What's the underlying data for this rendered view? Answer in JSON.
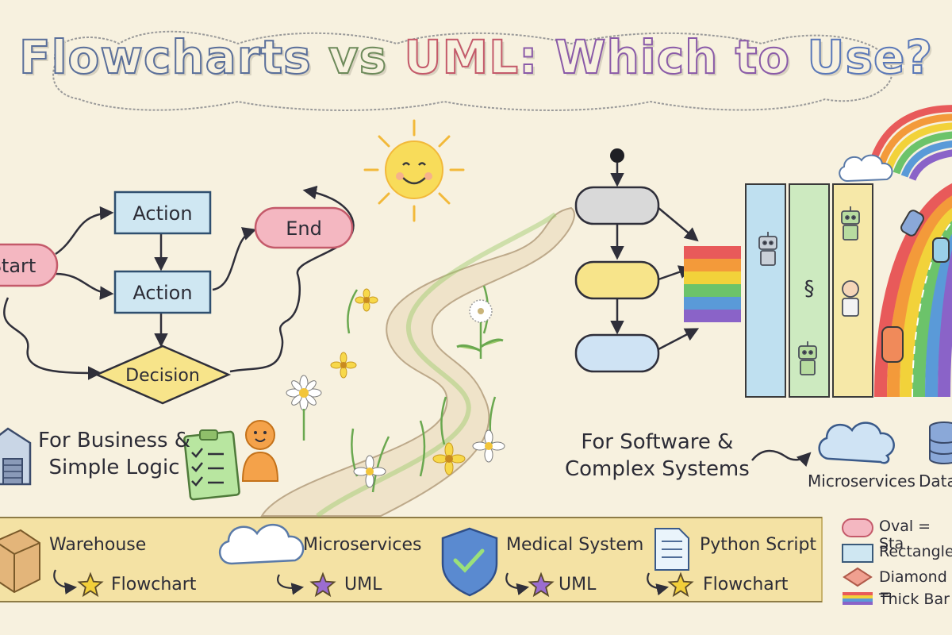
{
  "title": {
    "parts": [
      "Flowcharts",
      "vs",
      "UML",
      ":",
      "Which",
      "to",
      "Use?"
    ]
  },
  "flowchart": {
    "start": "Start",
    "action1": "Action",
    "action2": "Action",
    "end": "End",
    "decision": "Decision"
  },
  "left_caption": {
    "line1": "For Business &",
    "line2": "Simple Logic"
  },
  "right_caption": {
    "line1": "For Software &",
    "line2": "Complex Systems"
  },
  "right_icons": {
    "microservices": "Microservices",
    "database": "Data"
  },
  "examples": [
    {
      "name": "Warehouse",
      "result": "Flowchart",
      "star_color": "#f2cf3a"
    },
    {
      "name": "Microservices",
      "result": "UML",
      "star_color": "#9b6cd0"
    },
    {
      "name": "Medical System",
      "result": "UML",
      "star_color": "#9b6cd0"
    },
    {
      "name": "Python Script",
      "result": "Flowchart",
      "star_color": "#f2cf3a"
    }
  ],
  "legend": [
    {
      "text": "Oval = Sta"
    },
    {
      "text": "Rectangle"
    },
    {
      "text": "Diamond ="
    },
    {
      "text": "Thick Bar"
    }
  ],
  "colors": {
    "background": "#f7f1df",
    "oval_fill": "#f4b7c1",
    "rect_fill": "#cfe7f2",
    "diamond_fill": "#f7e48a",
    "banner": "#f4e2a4",
    "rainbow": [
      "#e85a5a",
      "#f39a3a",
      "#f2d23a",
      "#6cc36a",
      "#5a9ad8",
      "#8a63c8"
    ]
  }
}
